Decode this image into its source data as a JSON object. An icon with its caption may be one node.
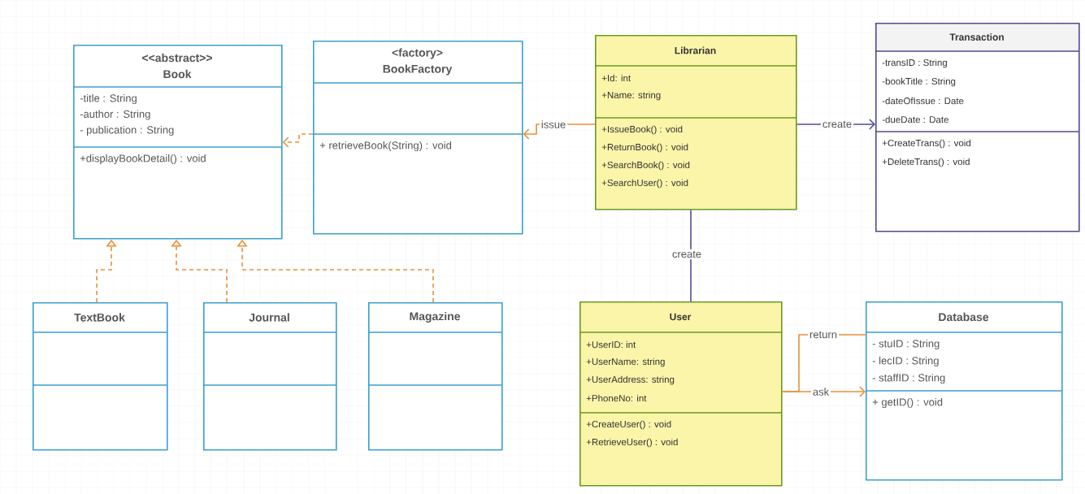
{
  "diagram": {
    "nodes": [
      {
        "text": [
          "<<abstract>>",
          "Book",
          "-title : String",
          "-author : String",
          "- publication : String",
          "+displayBookDetail() : void"
        ]
      },
      {
        "text": [
          "<factory>",
          "BookFactory",
          "+ retrieveBook(String) : void"
        ]
      },
      {
        "text": [
          "Librarian",
          "+Id: int",
          "+Name: string",
          "+IssueBook() : void",
          "+ReturnBook() : void",
          "+SearchBook() : void",
          "+SearchUser() : void"
        ]
      },
      {
        "text": [
          "Transaction",
          "-transID : String",
          "-bookTitle : String",
          "-dateOfIssue : Date",
          "-dueDate : Date",
          "+CreateTrans() : void",
          "+DeleteTrans() : void"
        ]
      },
      {
        "text": [
          "TextBook"
        ]
      },
      {
        "text": [
          "Journal"
        ]
      },
      {
        "text": [
          "Magazine"
        ]
      },
      {
        "text": [
          "User",
          "+UserID: int",
          "+UserName: string",
          "+UserAddress: string",
          "+PhoneNo: int",
          "+CreateUser() : void",
          "+RetrieveUser() : void"
        ]
      },
      {
        "text": [
          "Database",
          "- stuID : String",
          "- lecID : String",
          "- staffID : String",
          "+ getID() : void"
        ]
      }
    ],
    "edges": [
      {
        "from": 1,
        "to": 0,
        "arrow": "to",
        "style": "dashed"
      },
      {
        "from": 2,
        "to": 1,
        "arrow": "to",
        "label": "issue"
      },
      {
        "from": 2,
        "to": 3,
        "arrow": "to",
        "label": "create",
        "color": "#4f4c91"
      },
      {
        "from": 2,
        "to": 7,
        "arrow": "none",
        "label": "create",
        "color": "#4f4c91"
      },
      {
        "from": 4,
        "to": 0,
        "arrow": "to",
        "style": "dashed"
      },
      {
        "from": 5,
        "to": 0,
        "arrow": "to",
        "style": "dashed"
      },
      {
        "from": 6,
        "to": 0,
        "arrow": "to",
        "style": "dashed"
      },
      {
        "from": 7,
        "to": 8,
        "arrow": "to",
        "label": "ask"
      },
      {
        "from": 8,
        "to": 7,
        "arrow": "none",
        "label": "return"
      }
    ]
  }
}
